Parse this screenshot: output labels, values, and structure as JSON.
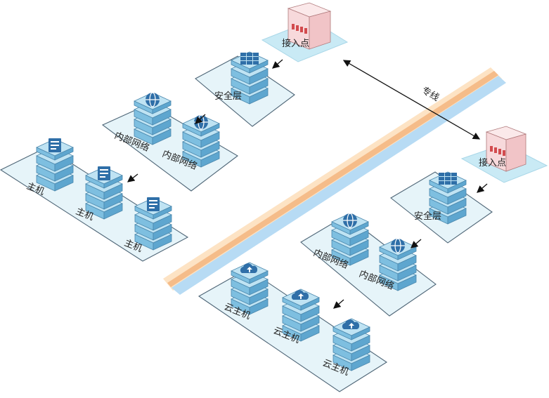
{
  "left": {
    "access_point": {
      "label": "接入点"
    },
    "security": {
      "label": "安全层"
    },
    "internal": [
      "内部网络",
      "内部网络"
    ],
    "hosts": [
      "主机",
      "主机",
      "主机"
    ]
  },
  "right": {
    "access_point": {
      "label": "接入点"
    },
    "security": {
      "label": "安全层"
    },
    "internal": [
      "内部网络",
      "内部网络"
    ],
    "cloud_hosts": [
      "云主机",
      "云主机",
      "云主机"
    ]
  },
  "link": {
    "label": "专线"
  },
  "icons": {
    "access_point": "server-rack-icon",
    "security": "firewall-grid-icon",
    "internal": "globe-network-icon",
    "host": "document-server-icon",
    "cloud_host": "cloud-upload-icon"
  },
  "colors": {
    "platform_fill": "#e6f4f9",
    "platform_stroke": "#4f6677",
    "node_side": "#6fb3d6",
    "node_top": "#b9dff0",
    "icon_blue": "#2f6fa8",
    "rack_pink": "#f6d6d8",
    "rack_red": "#d24b4e",
    "divider_orange": "#f8cf9e",
    "divider_blue": "#a9d2ef"
  }
}
